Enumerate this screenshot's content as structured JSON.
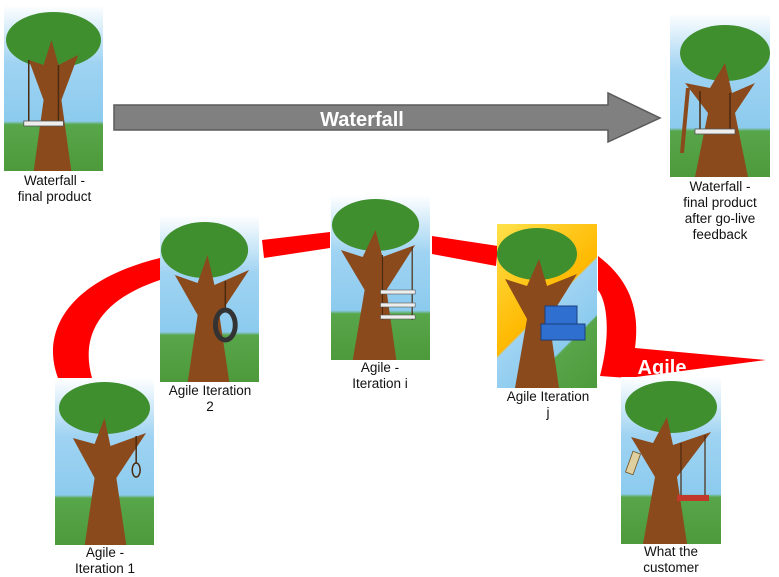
{
  "waterfall_arrow": {
    "label": "Waterfall",
    "color": "#808080"
  },
  "agile_arrow": {
    "label": "Agile",
    "color": "#ff0000"
  },
  "panels": {
    "waterfall_final": {
      "lines": [
        "Waterfall -",
        "final product"
      ],
      "depicts": "tree-with-swing-hanging-from-cut-trunk"
    },
    "waterfall_feedback": {
      "lines": [
        "Waterfall -",
        "final product",
        "after go-live",
        "feedback"
      ],
      "depicts": "tree-trunk-propped-with-swing"
    },
    "agile_1": {
      "lines": [
        "Agile -",
        "Iteration 1"
      ],
      "depicts": "tree-with-noose-rope"
    },
    "agile_2": {
      "lines": [
        "Agile Iteration",
        "2"
      ],
      "depicts": "tree-with-tire-swing"
    },
    "agile_i": {
      "lines": [
        "Agile -",
        "Iteration i"
      ],
      "depicts": "tree-with-three-seat-swing"
    },
    "agile_j": {
      "lines": [
        "Agile Iteration",
        "j"
      ],
      "depicts": "tree-with-armchair-and-sun"
    },
    "customer": {
      "lines": [
        "What the",
        "customer"
      ],
      "depicts": "tree-with-simple-swing-and-sign"
    }
  }
}
